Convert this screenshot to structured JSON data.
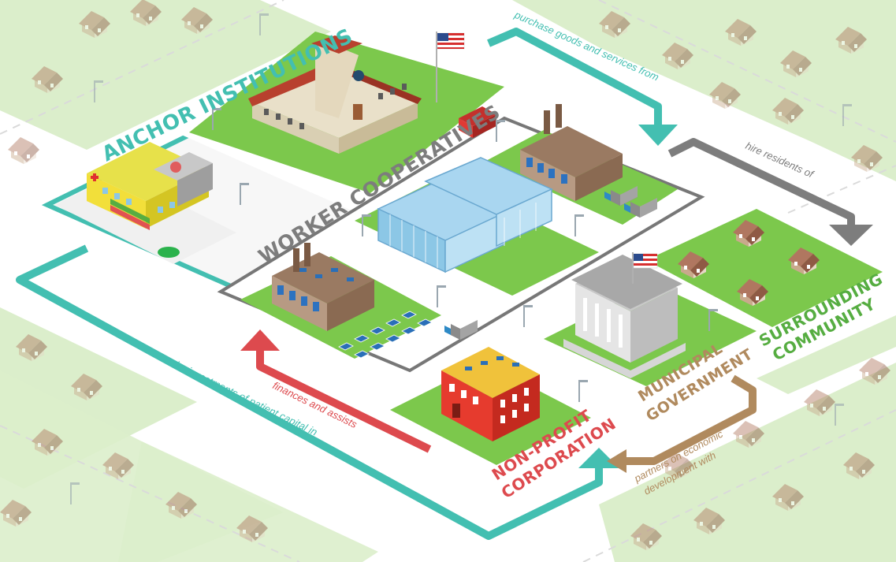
{
  "diagram": {
    "nodes": {
      "anchor_institutions": "ANCHOR INSTITUTIONS",
      "worker_cooperatives": "WORKER COOPERATIVES",
      "surrounding_community": [
        "SURROUNDING",
        "COMMUNITY"
      ],
      "municipal_government": [
        "MUNICIPAL",
        "GOVERNMENT"
      ],
      "non_profit_corporation": [
        "NON-PROFIT",
        "CORPORATION"
      ]
    },
    "flows": {
      "purchase": "purchase goods and services from",
      "hire": "hire residents of",
      "partners": [
        "partners on economic",
        "development with"
      ],
      "finances": "finances and assists",
      "invest": "make investments of patient capital in"
    },
    "colors": {
      "teal": "#43bfb1",
      "gray": "#7d7d7d",
      "red": "#dd4a4e",
      "tan": "#b08a5e",
      "green": "#56ad41",
      "lawn": "#7cc84c",
      "lawn_light": "#dbeecb",
      "road": "#f1f1f1"
    },
    "icons": [
      "house-icon",
      "hospital-icon",
      "school-icon",
      "factory-icon",
      "greenhouse-icon",
      "truck-icon",
      "city-hall-icon",
      "flag-icon",
      "streetlight-icon",
      "solar-panel-icon"
    ]
  }
}
